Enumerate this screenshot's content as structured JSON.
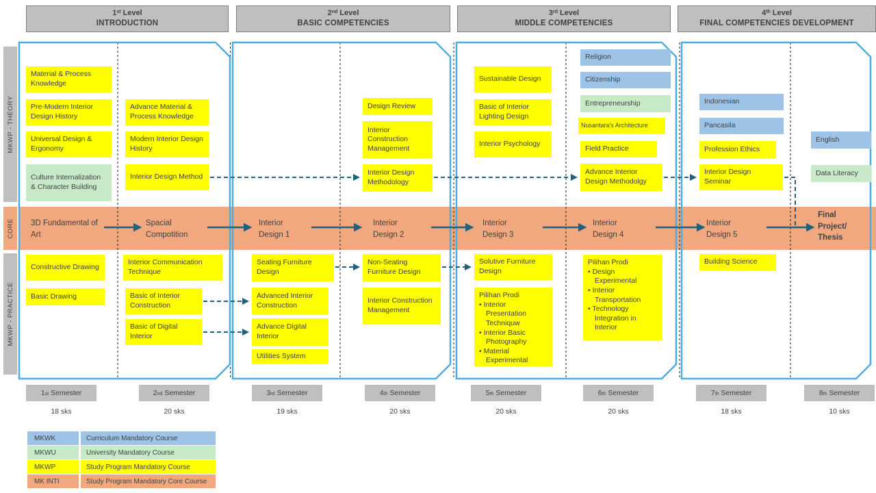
{
  "colors": {
    "yellow": "#FFFF00",
    "blue": "#9DC3E6",
    "green": "#C7E9C8",
    "orange": "#F1A87E",
    "gray": "#BFBFBF",
    "gray_border": "#7F7F7F",
    "arrow": "#20617F",
    "container": "#4FACDF",
    "text": "#3F3F3F"
  },
  "levels": [
    {
      "ord": "1",
      "sup": "st",
      "word": "Level",
      "name": "INTRODUCTION"
    },
    {
      "ord": "2",
      "sup": "nd",
      "word": "Level",
      "name": "BASIC COMPETENCIES"
    },
    {
      "ord": "3",
      "sup": "rd",
      "word": "Level",
      "name": "MIDDLE COMPETENCIES"
    },
    {
      "ord": "4",
      "sup": "th",
      "word": "Level",
      "name": "FINAL COMPETENCIES DEVELOPMENT"
    }
  ],
  "tracks": {
    "theory": "MKWP - THEORY",
    "core": "CORE",
    "practice": "MKWP - PRACTICE"
  },
  "core_path": [
    "3D Fundamental of Art",
    "Spacial Compotition",
    "Interior Design 1",
    "Interior Design 2",
    "Interior Design 3",
    "Interior Design 4",
    "Interior Design 5",
    "Final Project/ Thesis"
  ],
  "courses": {
    "s1t1": {
      "label": "Material & Process Knowledge"
    },
    "s1t2": {
      "label": "Pre-Modern Interior Design History"
    },
    "s1t3": {
      "label": "Universal Design & Ergonomy"
    },
    "s1t4": {
      "label": "Culture Internalization & Character Building"
    },
    "s1p1": {
      "label": "Constructive Drawing"
    },
    "s1p2": {
      "label": "Basic Drawing"
    },
    "s2t1": {
      "label": "Advance Material & Process Knowledge"
    },
    "s2t2": {
      "label": "Modern Interior Design History"
    },
    "s2t3": {
      "label": "Interior Design Method"
    },
    "s2p1": {
      "label": "Interior Communication Technique"
    },
    "s2p2": {
      "label": "Basic of Interior Construction"
    },
    "s2p3": {
      "label": "Basic of Digital Interior"
    },
    "s3p1": {
      "label": "Seating Furniture Design"
    },
    "s3p2": {
      "label": "Advanced Interior Construction"
    },
    "s3p3": {
      "label": "Advance Digital Interior"
    },
    "s3p4": {
      "label": "Utilities System"
    },
    "s4t1": {
      "label": "Design Review"
    },
    "s4t2": {
      "label": "Interior Construction Management"
    },
    "s4t3": {
      "label": "Interior Design Methodology"
    },
    "s4p1": {
      "label": "Non-Seating Furniture Design"
    },
    "s4p2": {
      "label": "Interior Construction Management"
    },
    "s5t1": {
      "label": "Sustainable Design"
    },
    "s5t2": {
      "label": "Basic of Interior Lighting Design"
    },
    "s5t3": {
      "label": "Interior Psychology"
    },
    "s5p1": {
      "label": "Solutive Furniture Design"
    },
    "s5p2": {
      "label": "Pilihan Prodi",
      "items": [
        "Interior Presentation Techniquw",
        "Interior Basic Photography",
        "Material Experimental"
      ]
    },
    "s6t1": {
      "label": "Religion"
    },
    "s6t2": {
      "label": "Citizenship"
    },
    "s6t3": {
      "label": "Entrepreneurship"
    },
    "s6t4": {
      "label": "Nusantara's Architecture"
    },
    "s6t5": {
      "label": "Field Practice"
    },
    "s6t6": {
      "label": "Advance Interior Design Methodolgy"
    },
    "s6p1": {
      "label": "Pilihan Prodi",
      "items": [
        "Design Experimental",
        "Interior Transportation",
        "Technology Integration in Interior"
      ]
    },
    "s7t1": {
      "label": "Indonesian"
    },
    "s7t2": {
      "label": "Pancasila"
    },
    "s7t3": {
      "label": "Profession Ethics"
    },
    "s7t4": {
      "label": "Interior Design Seminar"
    },
    "s7p1": {
      "label": "Building Science"
    },
    "s8t1": {
      "label": "English"
    },
    "s8t2": {
      "label": "Data Literacy"
    }
  },
  "semesters": [
    {
      "ord": "1",
      "sup": "st",
      "word": "Semester",
      "sks": "18 sks"
    },
    {
      "ord": "2",
      "sup": "nd",
      "word": "Semester",
      "sks": "20 sks"
    },
    {
      "ord": "3",
      "sup": "rd",
      "word": "Semester",
      "sks": "19 sks"
    },
    {
      "ord": "4",
      "sup": "th",
      "word": "Semester",
      "sks": "20 sks"
    },
    {
      "ord": "5",
      "sup": "th",
      "word": "Semester",
      "sks": "20 sks"
    },
    {
      "ord": "6",
      "sup": "th",
      "word": "Semester",
      "sks": "20 sks"
    },
    {
      "ord": "7",
      "sup": "th",
      "word": "Semester",
      "sks": "18 sks"
    },
    {
      "ord": "8",
      "sup": "th",
      "word": "Semester",
      "sks": "10 sks"
    }
  ],
  "legend": [
    {
      "code": "MKWK",
      "desc": "Curriculum Mandatory Course",
      "color": "blue"
    },
    {
      "code": "MKWU",
      "desc": "University Mandatory Course",
      "color": "green"
    },
    {
      "code": "MKWP",
      "desc": "Study Program Mandatory Course",
      "color": "yellow"
    },
    {
      "code": "MK INTI",
      "desc": "Study Program Mandatory Core Course",
      "color": "orange"
    }
  ]
}
